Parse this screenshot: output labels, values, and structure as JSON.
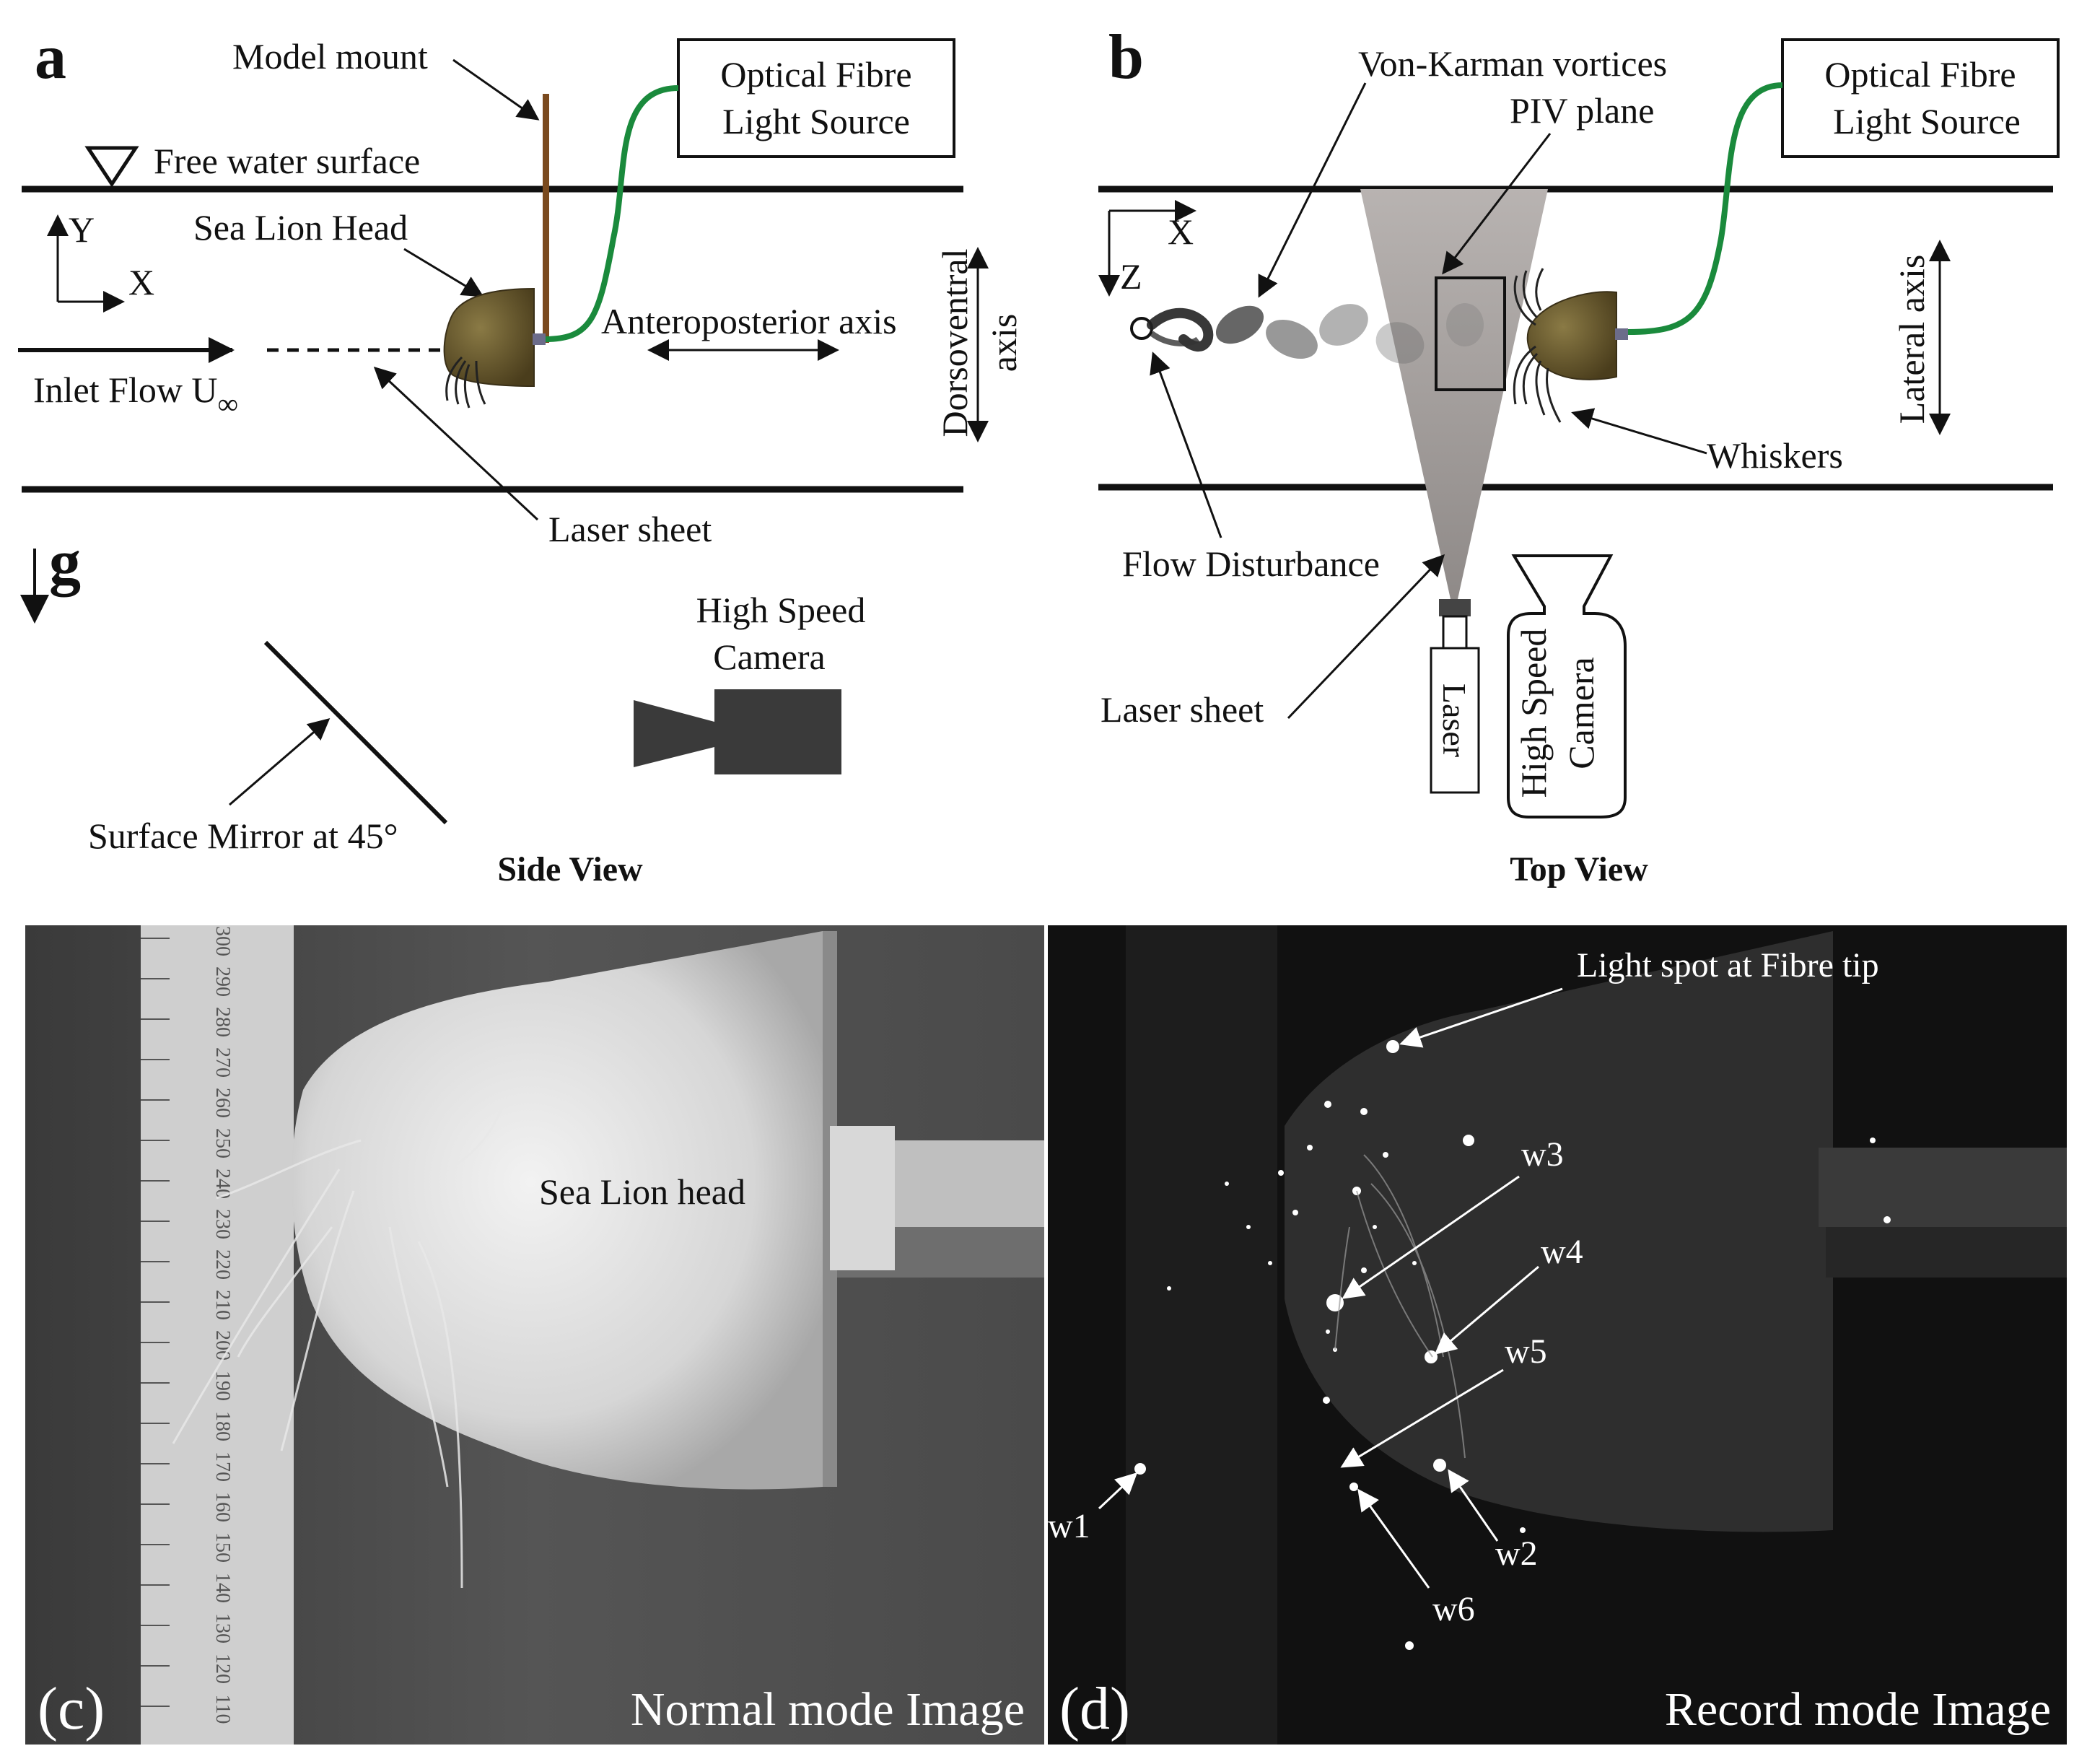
{
  "panel_a": {
    "letter": "a",
    "model_mount": "Model mount",
    "light_source_line1": "Optical Fibre",
    "light_source_line2": "Light Source",
    "free_surface": "Free water surface",
    "axis_y": "Y",
    "axis_x": "X",
    "sea_lion_head": "Sea Lion Head",
    "anteroposterior": "Anteroposterior axis",
    "dorsoventral_line1": "Dorsoventral",
    "dorsoventral_line2": "axis",
    "inlet_flow": "Inlet Flow U",
    "inlet_flow_sub": "∞",
    "laser_sheet": "Laser sheet",
    "gravity": "g",
    "camera_line1": "High Speed",
    "camera_line2": "Camera",
    "mirror": "Surface Mirror at 45°",
    "caption": "Side View"
  },
  "panel_b": {
    "letter": "b",
    "vortices": "Von-Karman vortices",
    "piv_plane": "PIV plane",
    "light_source_line1": "Optical Fibre",
    "light_source_line2": "Light Source",
    "axis_x": "X",
    "axis_z": "Z",
    "lateral": "Lateral axis",
    "whiskers": "Whiskers",
    "flow_disturbance": "Flow Disturbance",
    "laser_sheet": "Laser sheet",
    "laser": "Laser",
    "camera_line1": "High Speed",
    "camera_line2": "Camera",
    "caption": "Top View"
  },
  "panel_c": {
    "letter": "(c)",
    "head_label": "Sea Lion head",
    "mode": "Normal mode Image",
    "ruler_ticks": [
      "300",
      "290",
      "280",
      "270",
      "260",
      "250",
      "240",
      "230",
      "220",
      "210",
      "200",
      "190",
      "180",
      "170",
      "160",
      "150",
      "140",
      "130",
      "120",
      "110"
    ]
  },
  "panel_d": {
    "letter": "(d)",
    "light_spot": "Light spot at Fibre tip",
    "w1": "w1",
    "w2": "w2",
    "w3": "w3",
    "w4": "w4",
    "w5": "w5",
    "w6": "w6",
    "mode": "Record mode Image"
  },
  "colors": {
    "fibre": "#1a8a3c",
    "mount": "#7a4a1e",
    "head": "#6b5a2e",
    "laser_sheet": "#a9a4a2",
    "camera": "#3a3a3a"
  }
}
